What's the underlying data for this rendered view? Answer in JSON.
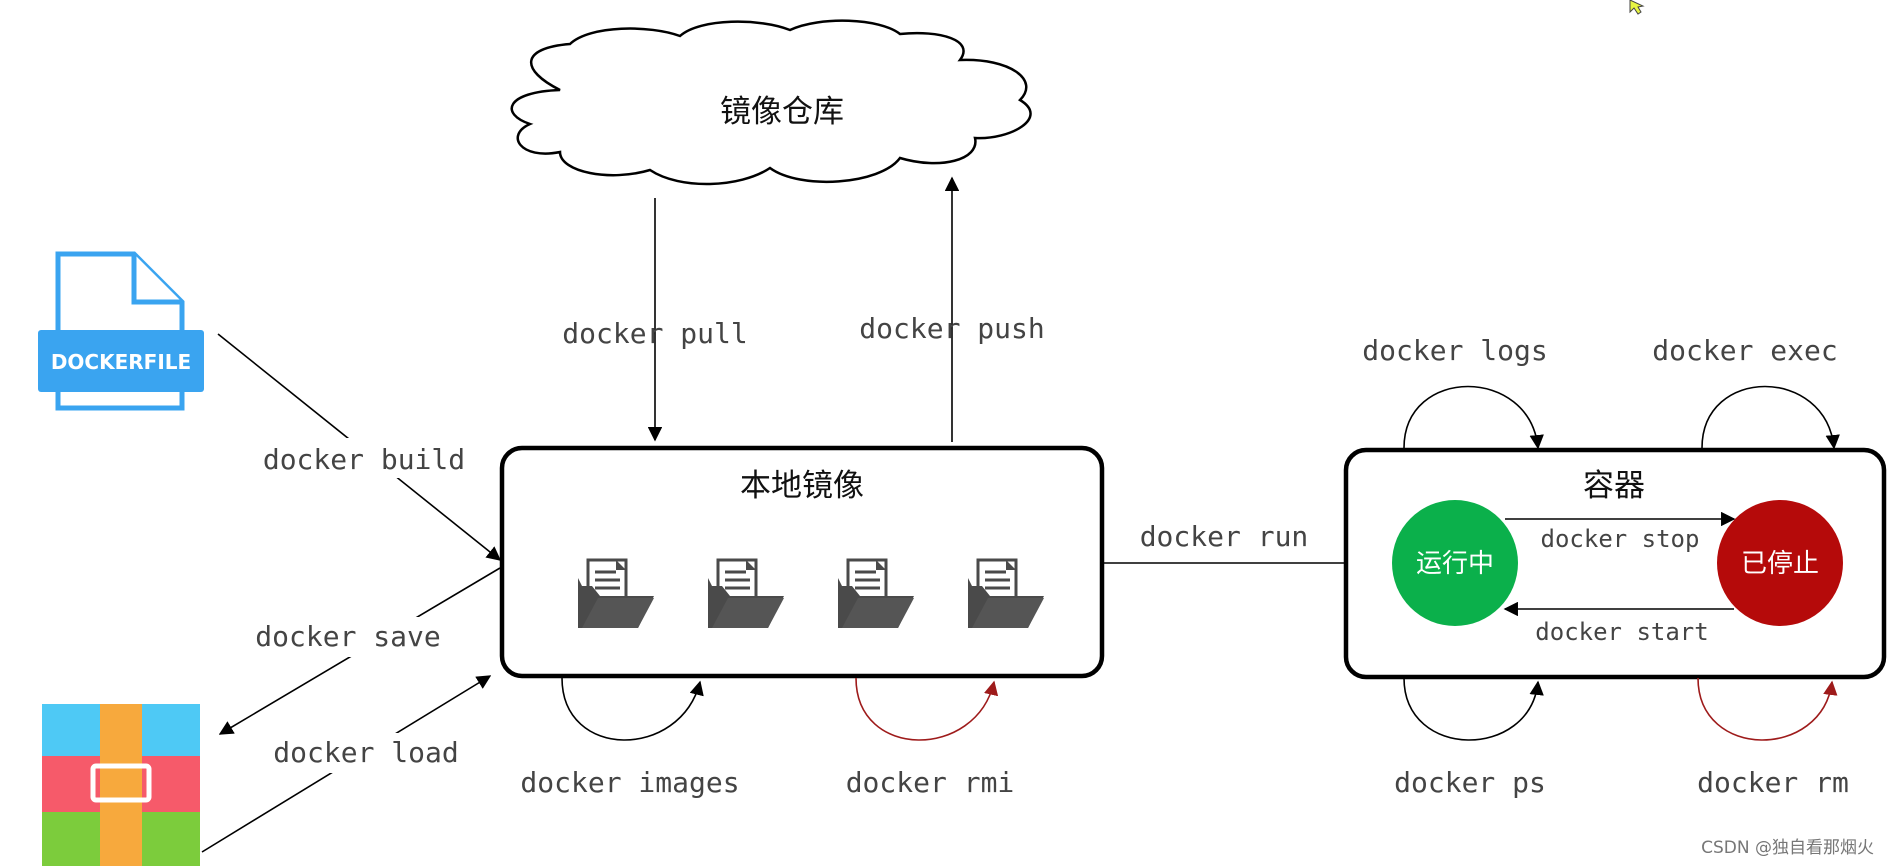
{
  "nodes": {
    "registry": "镜像仓库",
    "local_images": "本地镜像",
    "container": "容器",
    "running": "运行中",
    "stopped": "已停止",
    "dockerfile_logo": "DOCKERFILE"
  },
  "commands": {
    "pull": "docker pull",
    "push": "docker push",
    "build": "docker build",
    "save": "docker save",
    "load": "docker load",
    "run": "docker run",
    "images": "docker images",
    "rmi": "docker rmi",
    "logs": "docker logs",
    "exec": "docker exec",
    "stop": "docker stop",
    "start": "docker start",
    "ps": "docker ps",
    "rm": "docker rm"
  },
  "watermark": "CSDN @独自看那烟火",
  "colors": {
    "running": "#0bb04b",
    "stopped": "#b50a0a",
    "dockerfile_blue": "#3aa4f0",
    "red_arrow": "#9e1b1b"
  },
  "icons": [
    "dockerfile-icon",
    "archive-icon",
    "folder-file-icon",
    "cloud-shape",
    "cursor-icon"
  ]
}
